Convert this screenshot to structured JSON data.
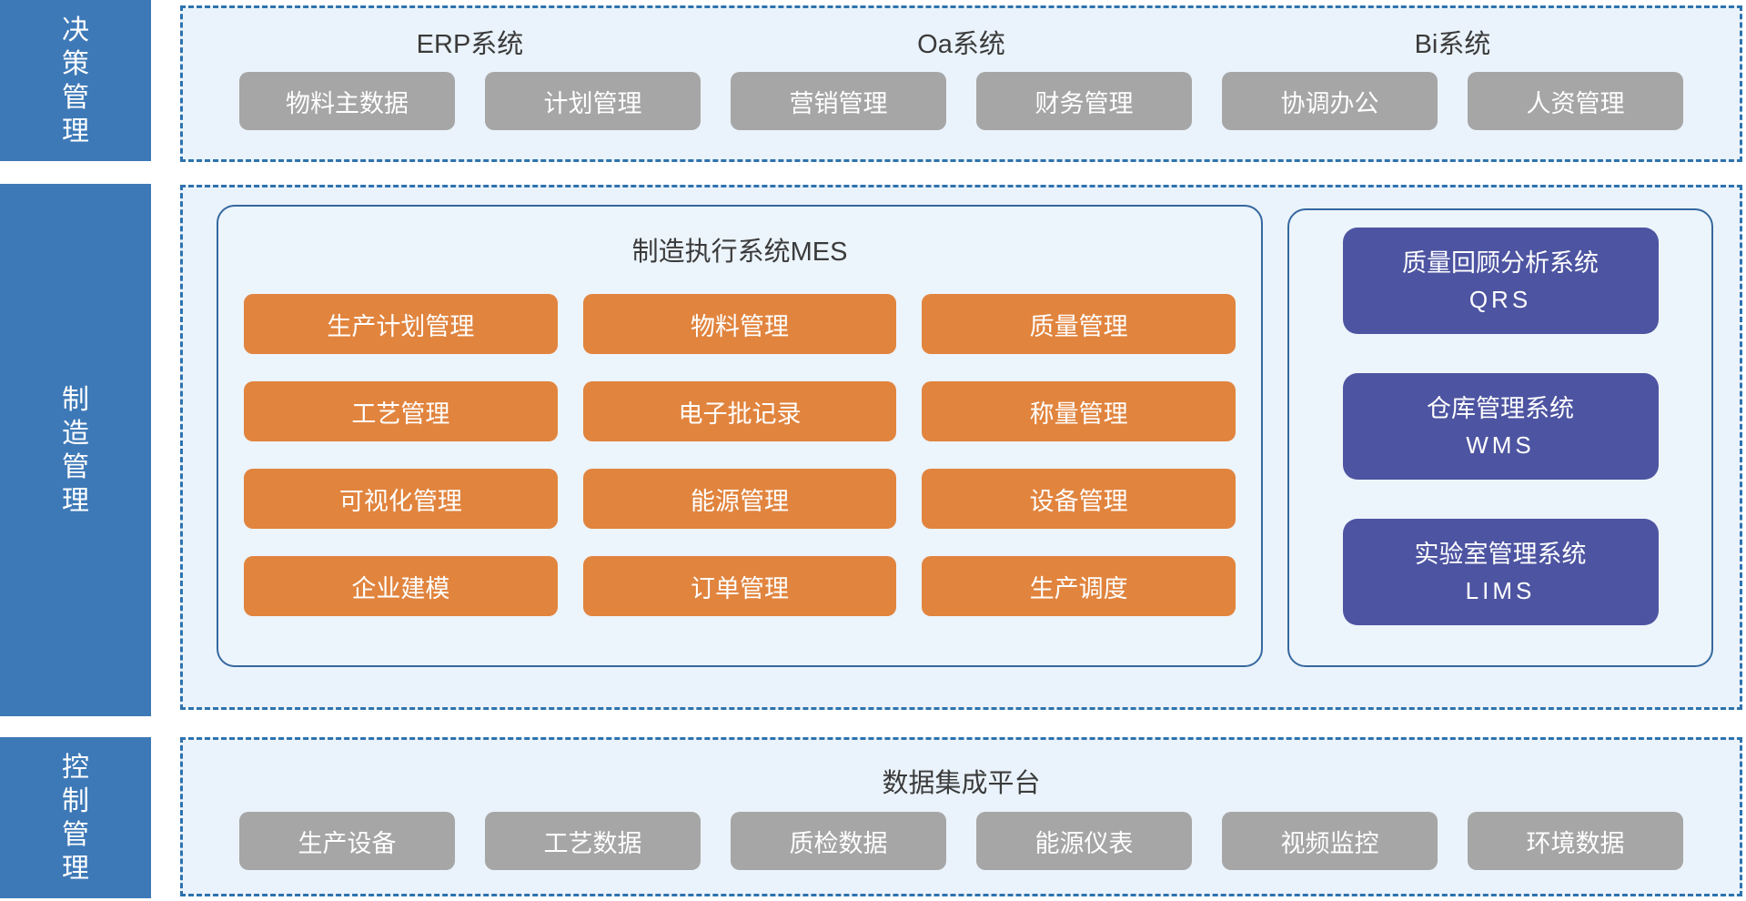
{
  "colors": {
    "band_blue": "#3e79b7",
    "section_background": "#eaf3fb",
    "dashed_border_blue": "#2e72ae",
    "container_border_blue": "#35689f",
    "gray_block": "#a6a6a6",
    "orange_block": "#e1843e",
    "purple_block": "#4d54a1",
    "title_text": "#3b3b3b"
  },
  "left_bars": [
    {
      "label": "决\n策\n管\n理"
    },
    {
      "label": "制\n造\n管\n理"
    },
    {
      "label": "控\n制\n管\n理"
    }
  ],
  "decision_section": {
    "groups": [
      {
        "title": "ERP系统",
        "buttons": [
          "物料主数据",
          "计划管理"
        ]
      },
      {
        "title": "Oa系统",
        "buttons": [
          "营销管理",
          "财务管理"
        ]
      },
      {
        "title": "Bi系统",
        "buttons": [
          "协调办公",
          "人资管理"
        ]
      }
    ]
  },
  "manufacturing_section": {
    "mes": {
      "title": "制造执行系统MES",
      "rows": [
        [
          "生产计划管理",
          "物料管理",
          "质量管理"
        ],
        [
          "工艺管理",
          "电子批记录",
          "称量管理"
        ],
        [
          "可视化管理",
          "能源管理",
          "设备管理"
        ],
        [
          "企业建模",
          "订单管理",
          "生产调度"
        ]
      ]
    },
    "side_systems": [
      {
        "line1": "质量回顾分析系统",
        "line2": "QRS"
      },
      {
        "line1": "仓库管理系统",
        "line2": "WMS"
      },
      {
        "line1": "实验室管理系统",
        "line2": "LIMS"
      }
    ]
  },
  "control_section": {
    "title": "数据集成平台",
    "buttons": [
      "生产设备",
      "工艺数据",
      "质检数据",
      "能源仪表",
      "视频监控",
      "环境数据"
    ]
  }
}
